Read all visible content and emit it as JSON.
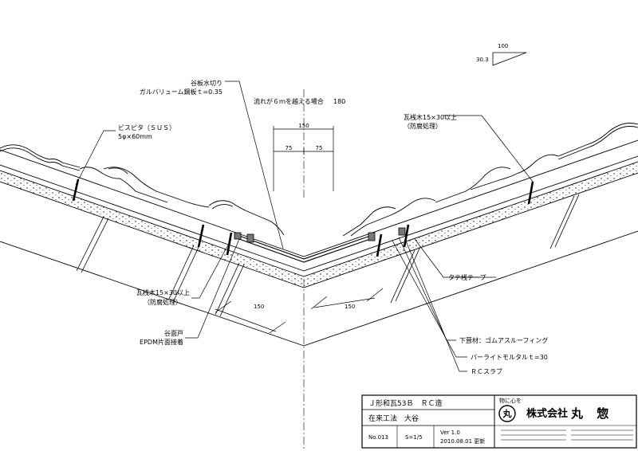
{
  "slope": {
    "horizontal": "100",
    "vertical": "30.3"
  },
  "labels": {
    "valley_flashing_1": "谷板水切り",
    "valley_flashing_2": "ガルバリューム鋼板ｔ=0.35",
    "flow_note": "流れが６ｍを越える場合",
    "flow_dim": "180",
    "screw_1": "ビスピタ（ＳＵＳ）",
    "screw_2": "5φ×60mm",
    "batten_right_1": "瓦桟木15×30以上",
    "batten_right_2": "（防腐処理）",
    "vertical_tape": "タテ桟テープ",
    "batten_left_1": "瓦桟木15×30以上",
    "batten_left_2": "（防腐処理）",
    "valley_fill_1": "谷面戸",
    "valley_fill_2": "EPDM片面接着",
    "underlay": "下葺材：ゴムアスルーフィング",
    "mortar": "パーライトモルタルｔ=30",
    "slab": "ＲＣスラブ"
  },
  "dims": {
    "top_total": "150",
    "top_left": "75",
    "top_right": "75",
    "bottom_left": "150",
    "bottom_right": "150"
  },
  "title_block": {
    "title": "Ｊ形和瓦53Ｂ　ＲＣ造",
    "method": "在来工法　大谷",
    "number": "No.013",
    "scale": "S=1/5",
    "version": "Ver 1.0",
    "date": "2010.08.01 更新",
    "motto": "物に心を",
    "seal": "丸",
    "company_prefix": "株式会社",
    "company_name": "丸 惣"
  }
}
